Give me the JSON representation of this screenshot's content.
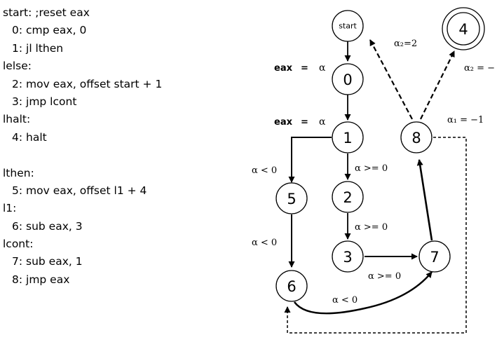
{
  "code_lines": [
    {
      "text": "start: ;reset eax",
      "indent": false
    },
    {
      "text": "0: cmp eax, 0",
      "indent": true
    },
    {
      "text": "1: jl lthen",
      "indent": true
    },
    {
      "text": "lelse:",
      "indent": false
    },
    {
      "text": "2: mov eax, offset start + 1",
      "indent": true
    },
    {
      "text": "3: jmp lcont",
      "indent": true
    },
    {
      "text": "lhalt:",
      "indent": false
    },
    {
      "text": "4: halt",
      "indent": true
    },
    {
      "text": "",
      "indent": false
    },
    {
      "text": "lthen:",
      "indent": false
    },
    {
      "text": "5: mov eax, offset l1 + 4",
      "indent": true
    },
    {
      "text": "l1:",
      "indent": false
    },
    {
      "text": "6: sub eax, 3",
      "indent": true
    },
    {
      "text": "lcont:",
      "indent": false
    },
    {
      "text": "7: sub eax, 1",
      "indent": true
    },
    {
      "text": "8: jmp eax",
      "indent": true
    }
  ],
  "nodes": {
    "start": "start",
    "n0": "0",
    "n1": "1",
    "n2": "2",
    "n3": "3",
    "n4": "4",
    "n5": "5",
    "n6": "6",
    "n7": "7",
    "n8": "8"
  },
  "state_labels": {
    "eax_0": {
      "reg": "eax",
      "eq": "=",
      "val": "α"
    },
    "eax_1": {
      "reg": "eax",
      "eq": "=",
      "val": "α"
    }
  },
  "edge_labels": {
    "one_to_five": "α < 0",
    "one_to_two": "α >= 0",
    "two_to_three": "α >= 0",
    "five_to_six": "α < 0",
    "three_to_seven": "α >= 0",
    "six_to_seven": "α < 0",
    "eight_to_start": "α₂=2",
    "eight_to_four": "α₂ = −",
    "eight_to_six": "α₁ = −1"
  }
}
